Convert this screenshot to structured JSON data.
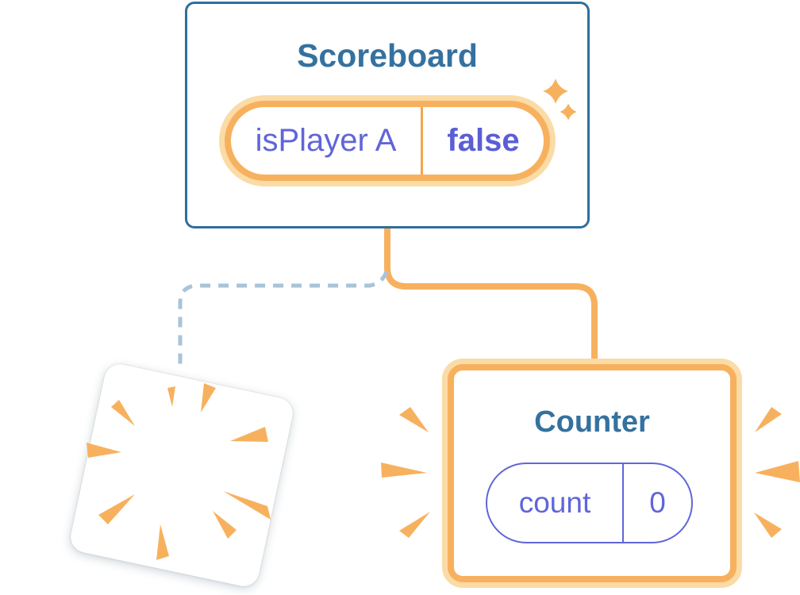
{
  "colors": {
    "card_border_blue": "#2f6e9e",
    "title_blue": "#35719f",
    "accent_orange": "#f7b15e",
    "halo_orange": "#fbdba6",
    "divider_orange": "#f0a64e",
    "state_purple": "#6065d9",
    "state_purple_bold": "#5a5ed6",
    "dashed_blue": "#a7c4d9",
    "page_bg": "#ffffff"
  },
  "scoreboard": {
    "title": "Scoreboard",
    "state_pill": {
      "key": "isPlayer A",
      "value": "false"
    }
  },
  "counter": {
    "title": "Counter",
    "state_pill": {
      "key": "count",
      "value": "0"
    }
  },
  "icons": {
    "sparkles": "sparkles-icon",
    "poof_burst": "poof-burst-icon",
    "emphasis_marks": "emphasis-marks-icon"
  }
}
